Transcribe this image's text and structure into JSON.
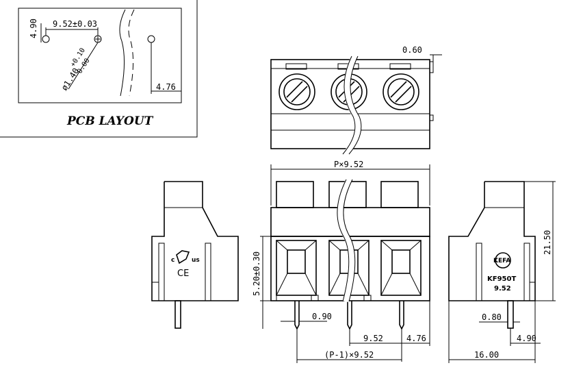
{
  "pcb_layout": {
    "title": "PCB LAYOUT",
    "dim_row_spacing": "4.90",
    "dim_pitch": "9.52±0.03",
    "dim_hole_diameter": "ø1.40",
    "dim_hole_tol_plus": "+0.10",
    "dim_hole_tol_minus": "0.00",
    "dim_edge_offset": "4.76"
  },
  "top_view": {
    "dim_tab": "0.60"
  },
  "front_view": {
    "dim_total_width": "P×9.52",
    "dim_height": "5.20±0.30",
    "dim_pin_width": "0.90",
    "dim_pitch": "9.52",
    "dim_edge": "4.76",
    "dim_pin_span": "(P-1)×9.52"
  },
  "left_view": {
    "cert_c": "c",
    "cert_us": "us",
    "cert_ce": "CE"
  },
  "right_view": {
    "logo": "KEFA",
    "model": "KF950T",
    "pitch": "9.52",
    "dim_height": "21.50",
    "dim_pin": "0.80",
    "dim_pin_offset": "4.90",
    "dim_depth": "16.00"
  }
}
